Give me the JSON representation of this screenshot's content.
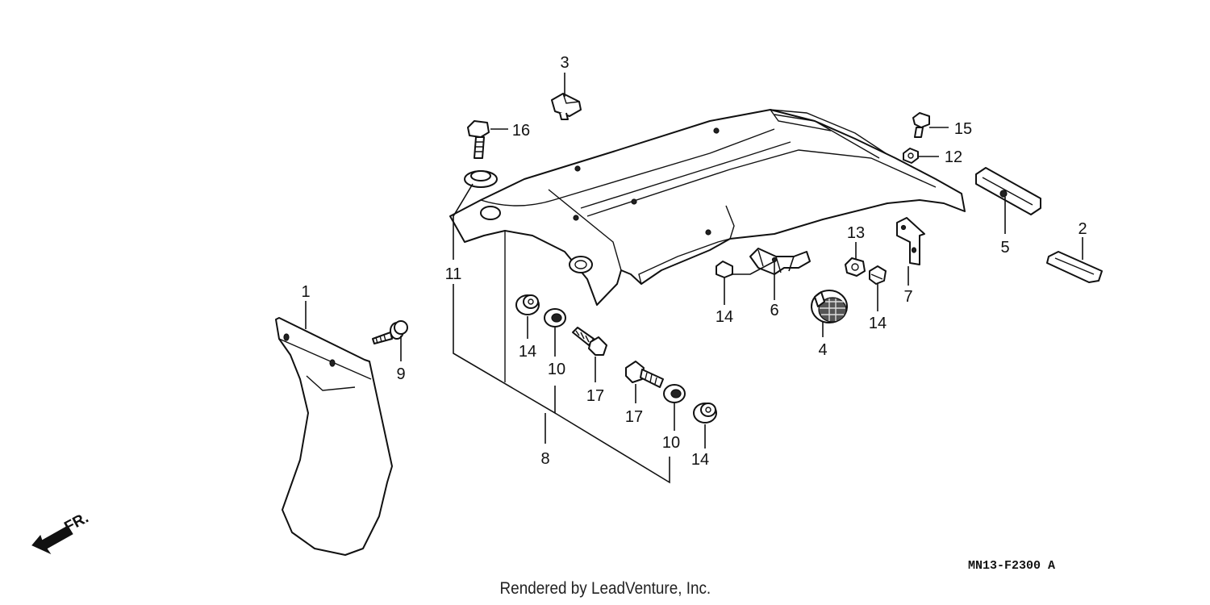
{
  "callouts": [
    {
      "id": "1",
      "text": "1"
    },
    {
      "id": "2",
      "text": "2"
    },
    {
      "id": "3",
      "text": "3"
    },
    {
      "id": "4",
      "text": "4"
    },
    {
      "id": "5",
      "text": "5"
    },
    {
      "id": "6",
      "text": "6"
    },
    {
      "id": "7",
      "text": "7"
    },
    {
      "id": "8",
      "text": "8"
    },
    {
      "id": "9",
      "text": "9"
    },
    {
      "id": "10a",
      "text": "10"
    },
    {
      "id": "10b",
      "text": "10"
    },
    {
      "id": "11",
      "text": "11"
    },
    {
      "id": "12",
      "text": "12"
    },
    {
      "id": "13",
      "text": "13"
    },
    {
      "id": "14a",
      "text": "14"
    },
    {
      "id": "14b",
      "text": "14"
    },
    {
      "id": "14c",
      "text": "14"
    },
    {
      "id": "14d",
      "text": "14"
    },
    {
      "id": "15",
      "text": "15"
    },
    {
      "id": "16",
      "text": "16"
    },
    {
      "id": "17a",
      "text": "17"
    },
    {
      "id": "17b",
      "text": "17"
    }
  ],
  "direction_label": "FR.",
  "reference_code": "MN13-F2300 A",
  "footer": "Rendered by LeadVenture, Inc."
}
